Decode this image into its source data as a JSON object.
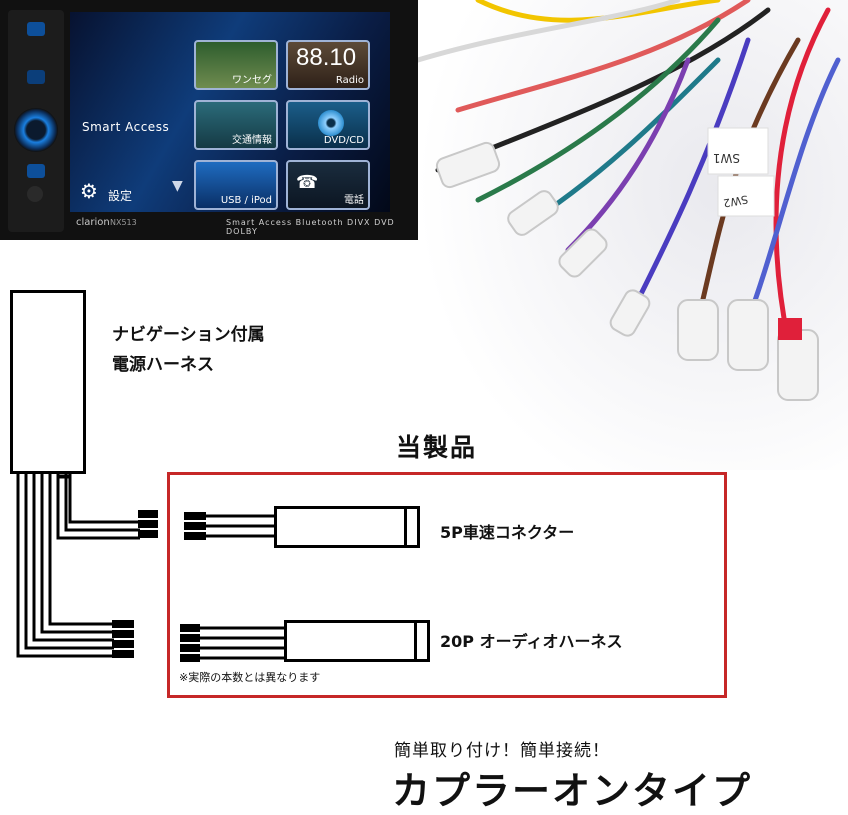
{
  "head_unit": {
    "brand": "clarion",
    "model": "NX513",
    "menu_title": "Smart Access",
    "settings_label": "設定",
    "tiles": {
      "oneseg": "ワンセグ",
      "radio_freq": "88.10",
      "radio": "Radio",
      "traffic": "交通情報",
      "dvd": "DVD/CD",
      "usb": "USB / iPod",
      "phone": "電話"
    },
    "logos": "Smart Access  Bluetooth  DIVX  DVD  DOLBY"
  },
  "harness_photo": {
    "tag_labels": [
      "SW1",
      "SW2"
    ]
  },
  "diagram": {
    "nav_harness_line1": "ナビゲーション付属",
    "nav_harness_line2": "電源ハーネス",
    "product_title": "当製品",
    "connector_5p": "5P車速コネクター",
    "connector_20p": "20P オーディオハーネス",
    "note": "※実際の本数とは異なります",
    "frame_color": "#c62828"
  },
  "footer": {
    "tagline": "簡単取り付け！簡単接続！",
    "headline": "カプラーオンタイプ"
  }
}
